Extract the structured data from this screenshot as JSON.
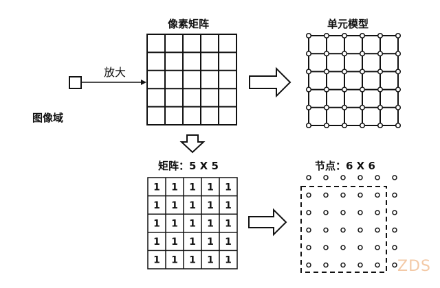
{
  "labels": {
    "image_domain": "图像域",
    "magnify": "放大",
    "pixel_matrix": "像素矩阵",
    "unit_model": "单元模型",
    "matrix_size": "矩阵：5 X 5",
    "nodes_size": "节点：6 X 6"
  },
  "matrix": {
    "rows": 5,
    "cols": 5,
    "cells": [
      [
        "1",
        "1",
        "1",
        "1",
        "1"
      ],
      [
        "1",
        "1",
        "1",
        "1",
        "1"
      ],
      [
        "1",
        "1",
        "1",
        "1",
        "1"
      ],
      [
        "1",
        "1",
        "1",
        "1",
        "1"
      ],
      [
        "1",
        "1",
        "1",
        "1",
        "1"
      ]
    ]
  },
  "nodes": {
    "rows": 6,
    "cols": 6
  },
  "watermark": "ZDS",
  "colors": {
    "line": "#111111",
    "watermark": "#f3c9a6"
  }
}
